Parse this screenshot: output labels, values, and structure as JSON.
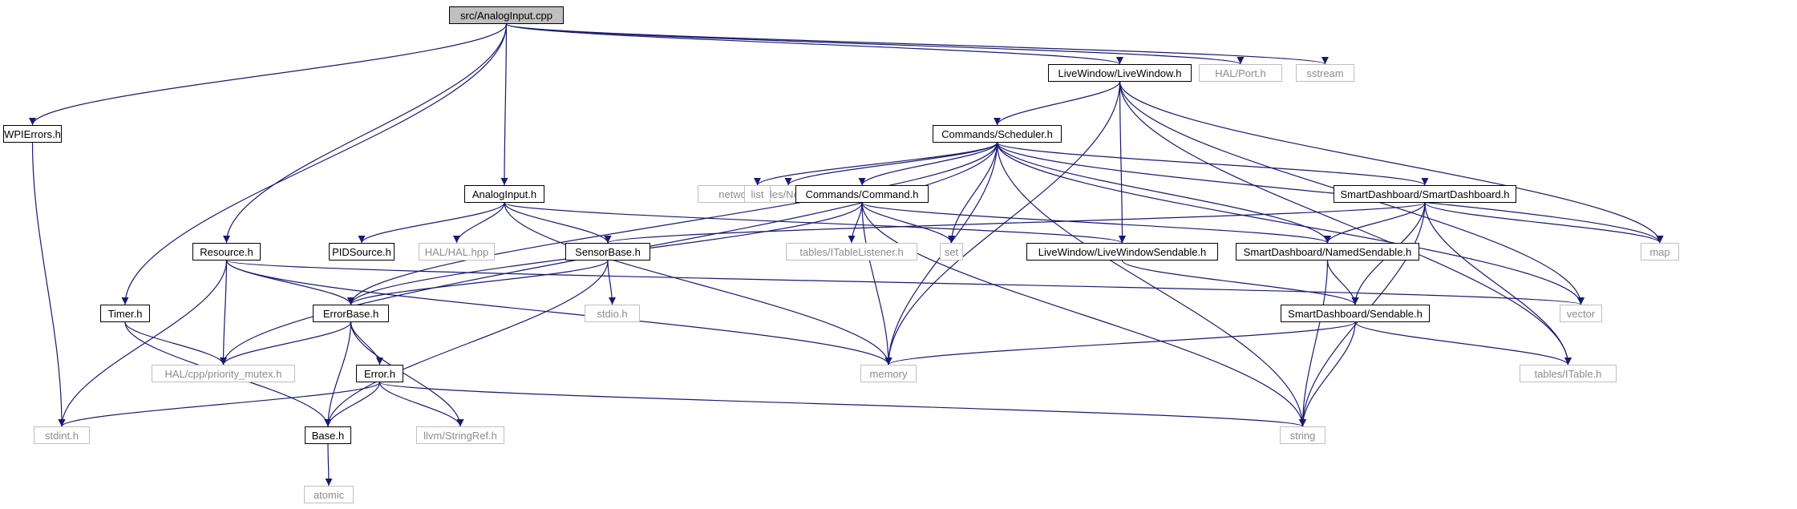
{
  "diagram": {
    "root": "src/AnalogInput.cpp",
    "colors": {
      "edge": "#191970",
      "local_border": "#000000",
      "external_border": "#bfbfbf",
      "external_text": "#8c8c8c",
      "root_fill": "#bfbfbf"
    },
    "nodes": [
      {
        "id": "analoginput_cpp",
        "label": "src/AnalogInput.cpp",
        "kind": "root"
      },
      {
        "id": "wpierrors",
        "label": "WPIErrors.h",
        "kind": "local"
      },
      {
        "id": "timer",
        "label": "Timer.h",
        "kind": "local"
      },
      {
        "id": "resource",
        "label": "Resource.h",
        "kind": "local"
      },
      {
        "id": "analoginput_h",
        "label": "AnalogInput.h",
        "kind": "local"
      },
      {
        "id": "livewindow",
        "label": "LiveWindow/LiveWindow.h",
        "kind": "local"
      },
      {
        "id": "halport",
        "label": "HAL/Port.h",
        "kind": "external"
      },
      {
        "id": "sstream",
        "label": "sstream",
        "kind": "external"
      },
      {
        "id": "scheduler",
        "label": "Commands/Scheduler.h",
        "kind": "local"
      },
      {
        "id": "networktable",
        "label": "networktables/NetworkTable.h",
        "kind": "external"
      },
      {
        "id": "list",
        "label": "list",
        "kind": "external"
      },
      {
        "id": "command",
        "label": "Commands/Command.h",
        "kind": "local"
      },
      {
        "id": "smartdashboard",
        "label": "SmartDashboard/SmartDashboard.h",
        "kind": "local"
      },
      {
        "id": "pidsource",
        "label": "PIDSource.h",
        "kind": "local"
      },
      {
        "id": "halhpp",
        "label": "HAL/HAL.hpp",
        "kind": "external"
      },
      {
        "id": "sensorbase",
        "label": "SensorBase.h",
        "kind": "local"
      },
      {
        "id": "itablelistener",
        "label": "tables/ITableListener.h",
        "kind": "external"
      },
      {
        "id": "set",
        "label": "set",
        "kind": "external"
      },
      {
        "id": "lwsendable",
        "label": "LiveWindow/LiveWindowSendable.h",
        "kind": "local"
      },
      {
        "id": "namedsendable",
        "label": "SmartDashboard/NamedSendable.h",
        "kind": "local"
      },
      {
        "id": "map",
        "label": "map",
        "kind": "external"
      },
      {
        "id": "errorbase",
        "label": "ErrorBase.h",
        "kind": "local"
      },
      {
        "id": "stdio",
        "label": "stdio.h",
        "kind": "external"
      },
      {
        "id": "sendable",
        "label": "SmartDashboard/Sendable.h",
        "kind": "local"
      },
      {
        "id": "vector",
        "label": "vector",
        "kind": "external"
      },
      {
        "id": "priomutex",
        "label": "HAL/cpp/priority_mutex.h",
        "kind": "external"
      },
      {
        "id": "error",
        "label": "Error.h",
        "kind": "local"
      },
      {
        "id": "memory",
        "label": "memory",
        "kind": "external"
      },
      {
        "id": "itable",
        "label": "tables/ITable.h",
        "kind": "external"
      },
      {
        "id": "stdint",
        "label": "stdint.h",
        "kind": "external"
      },
      {
        "id": "base",
        "label": "Base.h",
        "kind": "local"
      },
      {
        "id": "stringref",
        "label": "llvm/StringRef.h",
        "kind": "external"
      },
      {
        "id": "string",
        "label": "string",
        "kind": "external"
      },
      {
        "id": "atomic",
        "label": "atomic",
        "kind": "external"
      }
    ],
    "edges": [
      [
        "analoginput_cpp",
        "wpierrors"
      ],
      [
        "analoginput_cpp",
        "timer"
      ],
      [
        "analoginput_cpp",
        "resource"
      ],
      [
        "analoginput_cpp",
        "analoginput_h"
      ],
      [
        "analoginput_cpp",
        "livewindow"
      ],
      [
        "analoginput_cpp",
        "halport"
      ],
      [
        "analoginput_cpp",
        "sstream"
      ],
      [
        "wpierrors",
        "stdint"
      ],
      [
        "timer",
        "priomutex"
      ],
      [
        "timer",
        "base"
      ],
      [
        "resource",
        "errorbase"
      ],
      [
        "resource",
        "priomutex"
      ],
      [
        "resource",
        "stdint"
      ],
      [
        "resource",
        "vector"
      ],
      [
        "resource",
        "memory"
      ],
      [
        "analoginput_h",
        "pidsource"
      ],
      [
        "analoginput_h",
        "halhpp"
      ],
      [
        "analoginput_h",
        "sensorbase"
      ],
      [
        "analoginput_h",
        "lwsendable"
      ],
      [
        "analoginput_h",
        "memory"
      ],
      [
        "livewindow",
        "scheduler"
      ],
      [
        "livewindow",
        "lwsendable"
      ],
      [
        "livewindow",
        "map"
      ],
      [
        "livewindow",
        "vector"
      ],
      [
        "livewindow",
        "memory"
      ],
      [
        "livewindow",
        "itable"
      ],
      [
        "scheduler",
        "networktable"
      ],
      [
        "scheduler",
        "list"
      ],
      [
        "scheduler",
        "command"
      ],
      [
        "scheduler",
        "smartdashboard"
      ],
      [
        "scheduler",
        "set"
      ],
      [
        "scheduler",
        "namedsendable"
      ],
      [
        "scheduler",
        "map"
      ],
      [
        "scheduler",
        "vector"
      ],
      [
        "scheduler",
        "string"
      ],
      [
        "scheduler",
        "memory"
      ],
      [
        "scheduler",
        "errorbase"
      ],
      [
        "scheduler",
        "priomutex"
      ],
      [
        "command",
        "errorbase"
      ],
      [
        "command",
        "itablelistener"
      ],
      [
        "command",
        "set"
      ],
      [
        "command",
        "namedsendable"
      ],
      [
        "command",
        "memory"
      ],
      [
        "command",
        "string"
      ],
      [
        "smartdashboard",
        "sensorbase"
      ],
      [
        "smartdashboard",
        "namedsendable"
      ],
      [
        "smartdashboard",
        "map"
      ],
      [
        "smartdashboard",
        "sendable"
      ],
      [
        "smartdashboard",
        "itable"
      ],
      [
        "smartdashboard",
        "string"
      ],
      [
        "sensorbase",
        "errorbase"
      ],
      [
        "sensorbase",
        "stdio"
      ],
      [
        "sensorbase",
        "base"
      ],
      [
        "lwsendable",
        "sendable"
      ],
      [
        "namedsendable",
        "sendable"
      ],
      [
        "namedsendable",
        "string"
      ],
      [
        "errorbase",
        "base"
      ],
      [
        "errorbase",
        "error"
      ],
      [
        "errorbase",
        "stringref"
      ],
      [
        "errorbase",
        "priomutex"
      ],
      [
        "sendable",
        "memory"
      ],
      [
        "sendable",
        "string"
      ],
      [
        "sendable",
        "itable"
      ],
      [
        "error",
        "base"
      ],
      [
        "error",
        "stringref"
      ],
      [
        "error",
        "stdint"
      ],
      [
        "error",
        "string"
      ],
      [
        "base",
        "atomic"
      ]
    ]
  }
}
